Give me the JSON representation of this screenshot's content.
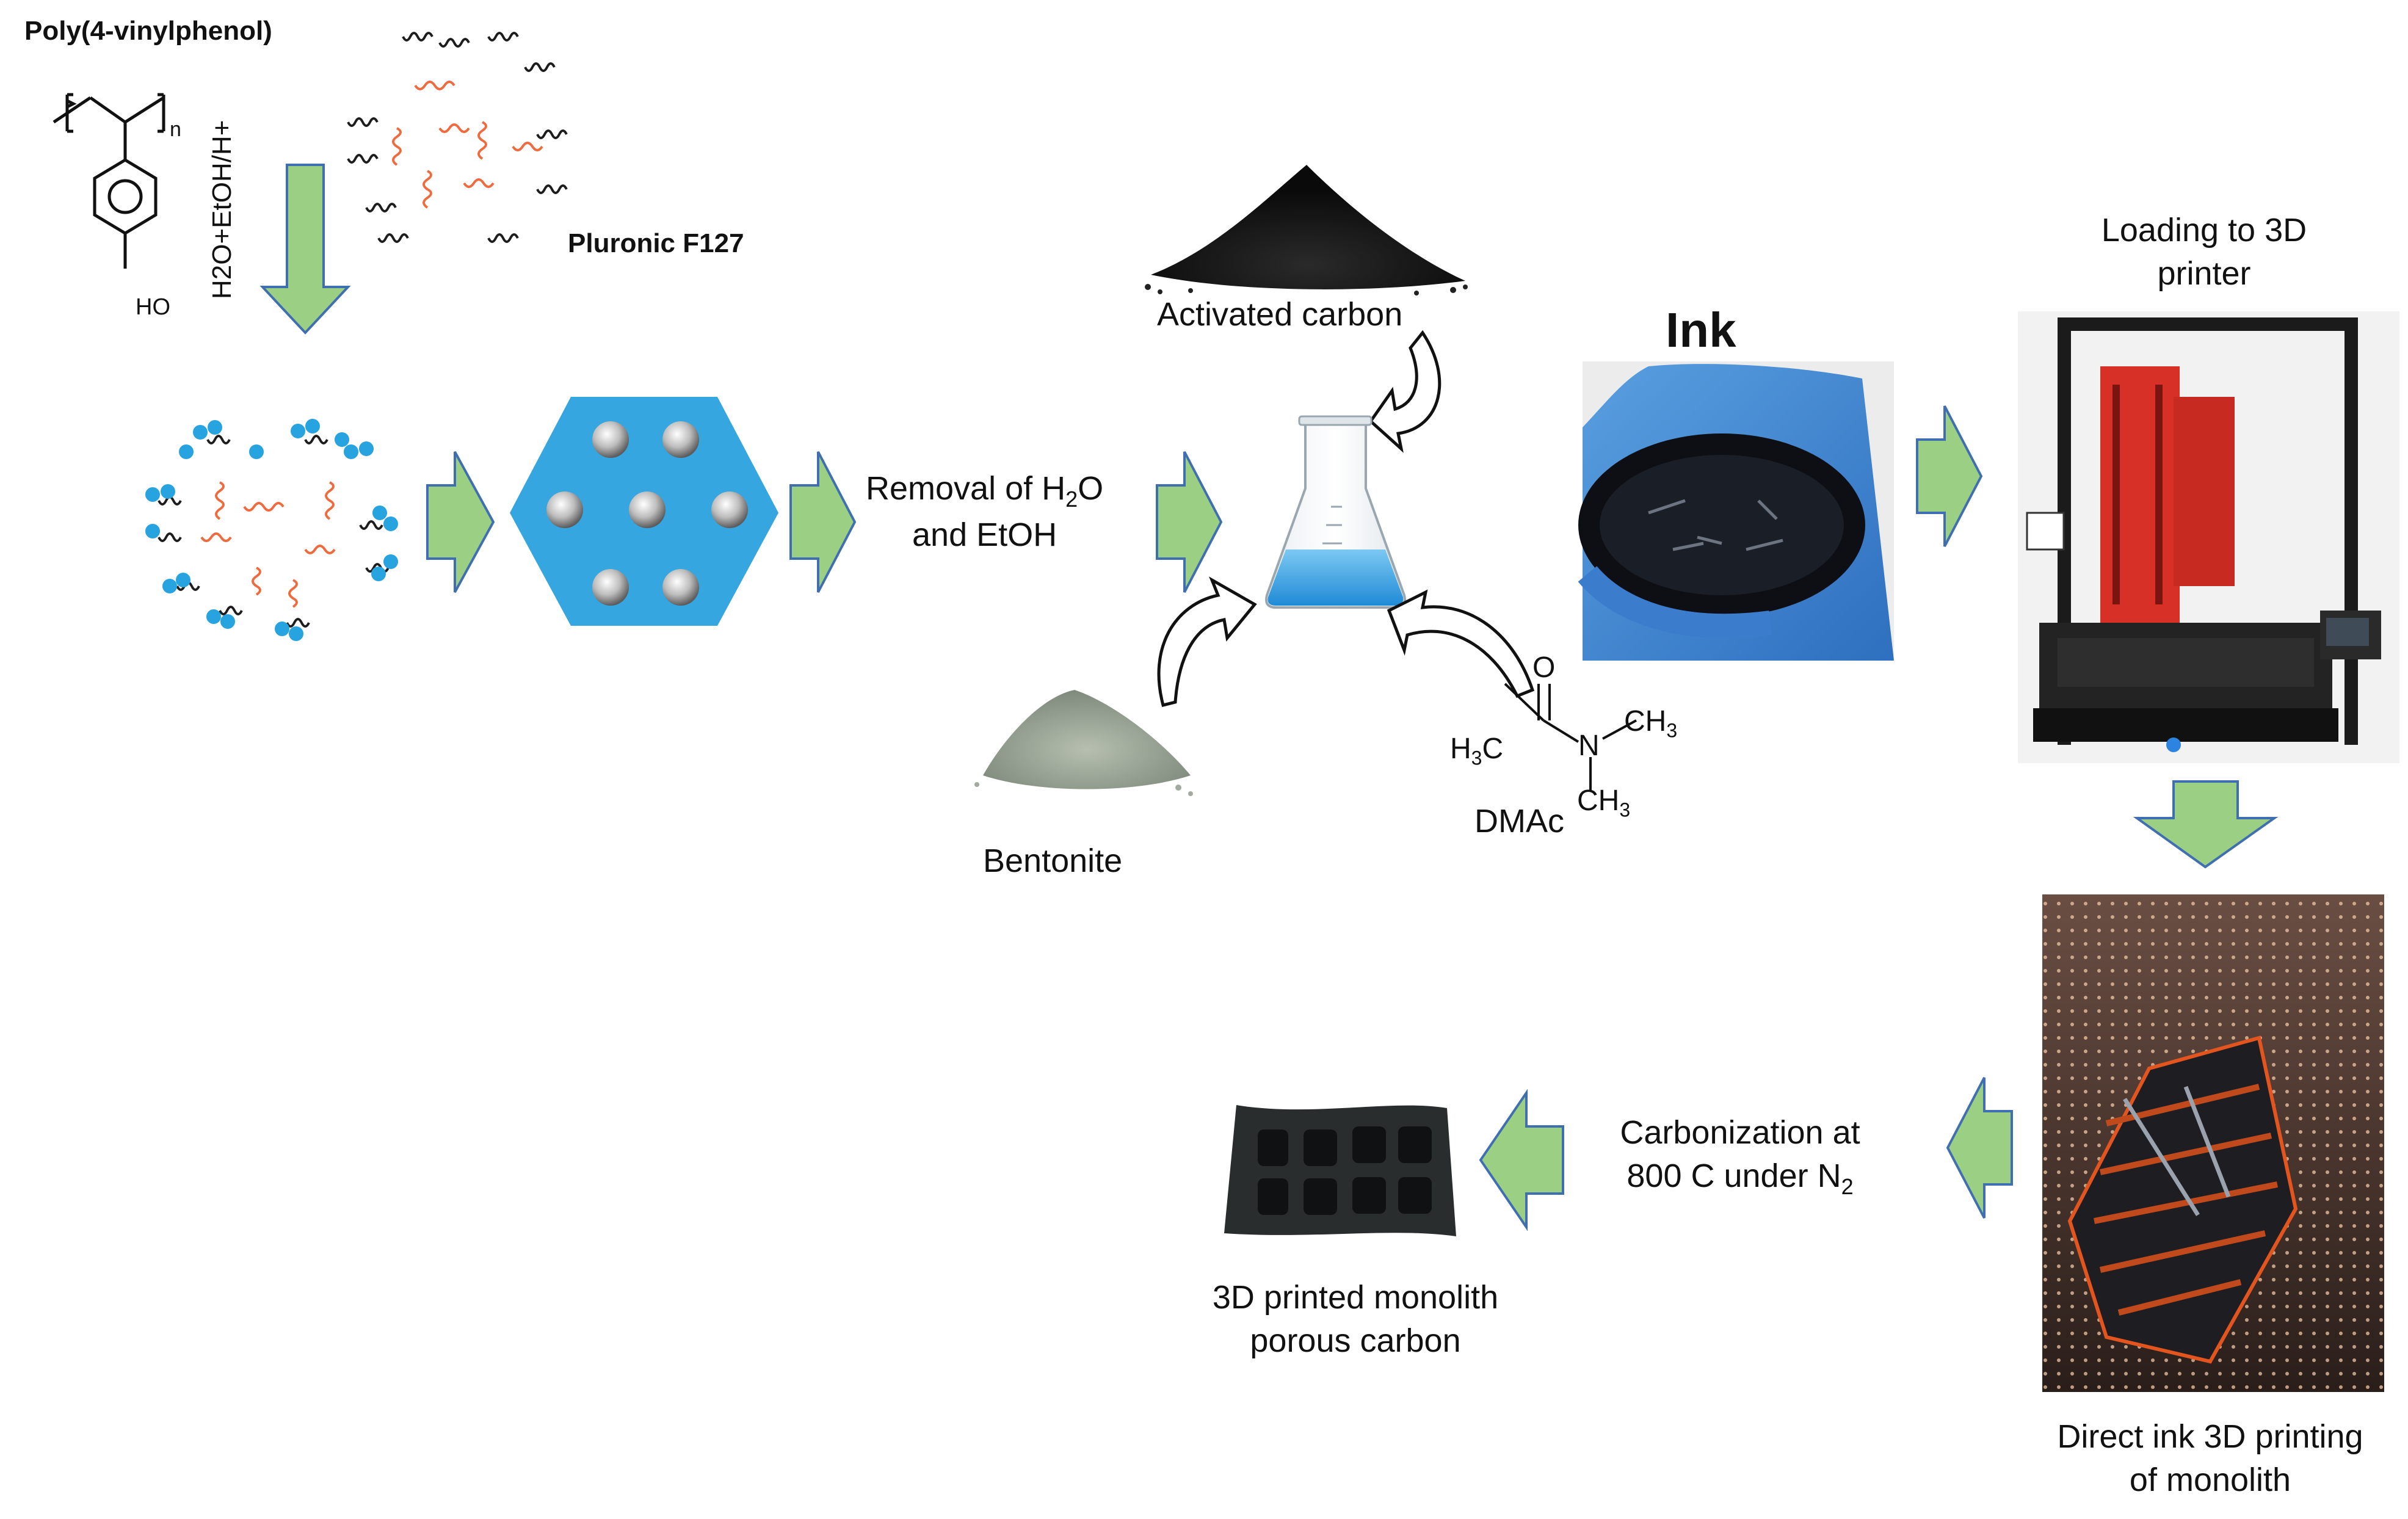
{
  "labels": {
    "poly": "Poly(4-vinylphenol)",
    "pluronic": "Pluronic F127",
    "solvent": "H2O+EtOH/H+",
    "ho": "HO",
    "n": "n",
    "removal_line1_pre": "Removal of H",
    "removal_line1_sub": "2",
    "removal_line1_post": "O",
    "removal_line2": "and EtOH",
    "activated_carbon": "Activated carbon",
    "bentonite": "Bentonite",
    "ink": "Ink",
    "dmac": "DMAc",
    "o_atom": "O",
    "n_atom": "N",
    "h3c": "H",
    "h3c_sub": "3",
    "h3c_c": "C",
    "ch3_top": "CH",
    "ch3_top_sub": "3",
    "ch3_bottom": "CH",
    "ch3_bottom_sub": "3",
    "loading_line1": "Loading to 3D",
    "loading_line2": "printer",
    "direct_line1": "Direct ink 3D printing",
    "direct_line2": "of monolith",
    "carb_line1": "Carbonization at",
    "carb_line2_pre": "800 C under N",
    "carb_line2_sub": "2",
    "mono_line1": "3D printed monolith",
    "mono_line2": "porous carbon"
  },
  "colors": {
    "arrow_fill": "#9bcf84",
    "arrow_stroke": "#3f6fb0",
    "micelle_core": "#ef6a3d",
    "micelle_corona": "#1d1d1d",
    "bead": "#27a3e0",
    "hexagon": "#35a6df",
    "liquid": "#2a9be0"
  },
  "icons": [
    "flask-icon",
    "curved-arrow-icon",
    "block-arrow-icon",
    "hexagon-mesophase-icon",
    "micelle-icon"
  ]
}
